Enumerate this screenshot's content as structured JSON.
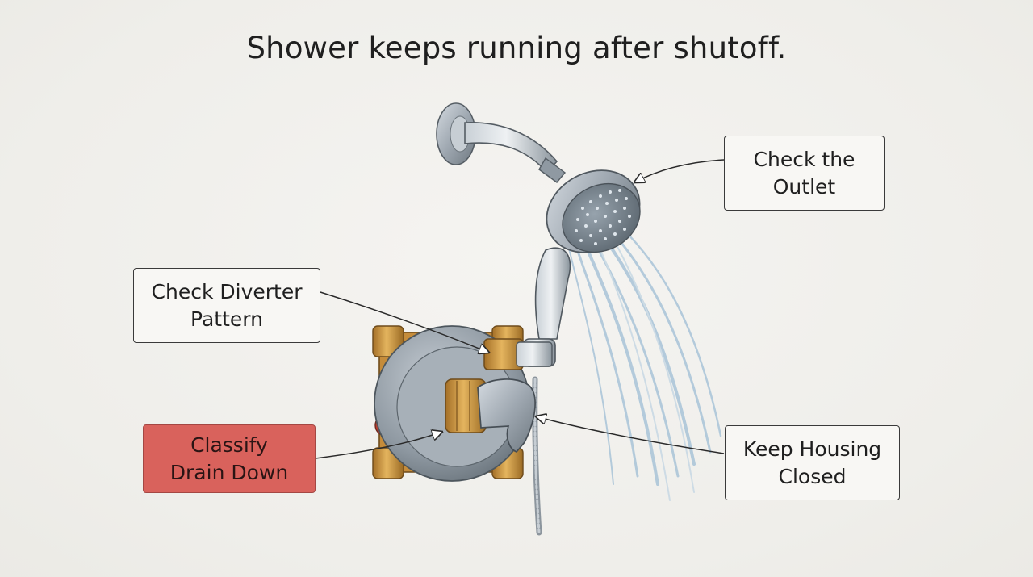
{
  "title": "Shower keeps running after shutoff.",
  "labels": {
    "outlet": "Check the\nOutlet",
    "diverter": "Check Diverter\nPattern",
    "drain": "Classify\nDrain Down",
    "housing": "Keep Housing\nClosed"
  },
  "colors": {
    "alert_fill": "#d9625c",
    "chrome": "#9ba4ad",
    "brass": "#c9933e",
    "water": "#a9c4d8"
  }
}
